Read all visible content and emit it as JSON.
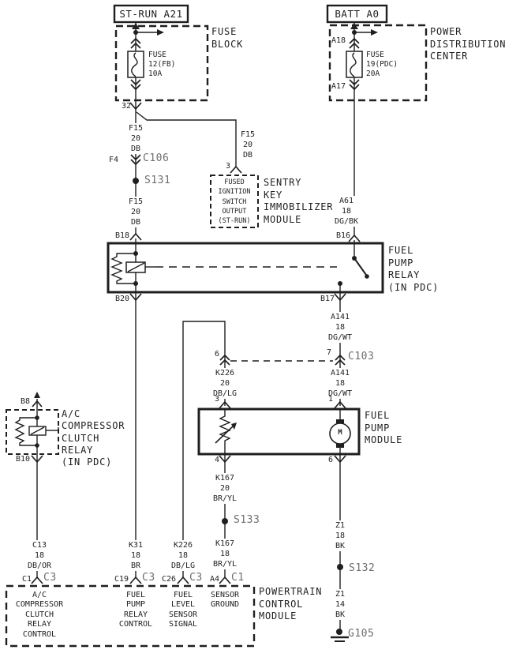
{
  "fuse_block": {
    "source": "ST-RUN A21",
    "label": "FUSE\nBLOCK",
    "fuse": "FUSE\n12(FB)\n10A",
    "pin_out": "32"
  },
  "pdc": {
    "source": "BATT A0",
    "label": "POWER\nDISTRIBUTION\nCENTER",
    "fuse": "FUSE\n19(PDC)\n20A",
    "pin_in": "A18",
    "pin_out": "A17"
  },
  "sentry": {
    "pin": "3",
    "box_label": "FUSED\nIGNITION\nSWITCH\nOUTPUT\n(ST-RUN)",
    "label": "SENTRY\nKEY\nIMMOBILIZER\nMODULE"
  },
  "fuel_pump_relay": {
    "label": "FUEL\nPUMP\nRELAY\n(IN PDC)",
    "pins": {
      "b18": "B18",
      "b16": "B16",
      "b20": "B20",
      "b17": "B17"
    }
  },
  "fuel_pump_module": {
    "label": "FUEL\nPUMP\nMODULE",
    "motor_letter": "M",
    "pins": {
      "p3": "3",
      "p1": "1",
      "p4": "4",
      "p6": "6"
    }
  },
  "ac_relay": {
    "label": "A/C\nCOMPRESSOR\nCLUTCH\nRELAY\n(IN PDC)",
    "pins": {
      "b8": "B8",
      "b10": "B10"
    }
  },
  "pcm": {
    "label": "POWERTRAIN\nCONTROL\nMODULE",
    "pins": [
      {
        "pin": "C1",
        "conn": "C3",
        "function": "A/C\nCOMPRESSOR\nCLUTCH\nRELAY\nCONTROL"
      },
      {
        "pin": "C19",
        "conn": "C3",
        "function": "FUEL\nPUMP\nRELAY\nCONTROL"
      },
      {
        "pin": "C26",
        "conn": "C3",
        "function": "FUEL\nLEVEL\nSENSOR\nSIGNAL"
      },
      {
        "pin": "A4",
        "conn": "C1",
        "function": "SENSOR\nGROUND"
      }
    ]
  },
  "connectors": {
    "c106": {
      "pin": "F4",
      "name": "C106"
    },
    "c103": {
      "pin_left": "6",
      "pin_right": "7",
      "name": "C103"
    },
    "s131": "S131",
    "s133": "S133",
    "s132": "S132",
    "g105": "G105"
  },
  "wires": {
    "f15_a": "F15\n20\nDB",
    "f15_b": "F15\n20\nDB",
    "f15_c": "F15\n20\nDB",
    "a61": "A61\n18\nDG/BK",
    "a141_a": "A141\n18\nDG/WT",
    "a141_b": "A141\n18\nDG/WT",
    "k226_a": "K226\n20\nDB/LG",
    "k226_b": "K226\n18\nDB/LG",
    "k167_a": "K167\n20\nBR/YL",
    "k167_b": "K167\n18\nBR/YL",
    "k31": "K31\n18\nBR",
    "c13": "C13\n18\nDB/OR",
    "z1_a": "Z1\n18\nBK",
    "z1_b": "Z1\n14\nBK"
  },
  "colors": {
    "line": "#1f1f1f",
    "connector_text": "#6e6e6e",
    "background": "#ffffff"
  }
}
